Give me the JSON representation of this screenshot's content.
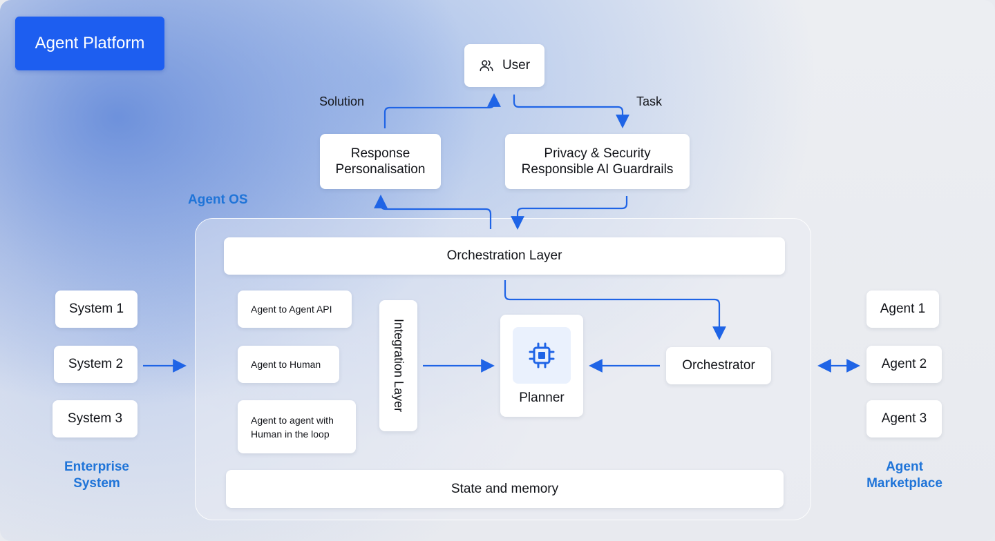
{
  "platform_badge": "Agent Platform",
  "user": {
    "label": "User",
    "icon": "users-icon"
  },
  "flow_labels": {
    "solution": "Solution",
    "task": "Task"
  },
  "response_box": {
    "line1": "Response",
    "line2": "Personalisation"
  },
  "privacy_box": {
    "line1": "Privacy & Security",
    "line2": "Responsible AI Guardrails"
  },
  "agent_os": {
    "title": "Agent OS",
    "orchestration_layer": "Orchestration Layer",
    "integration_layer": "Integration Layer",
    "state_memory": "State and memory",
    "planner": {
      "label": "Planner",
      "icon": "cpu-chip-icon"
    },
    "orchestrator": "Orchestrator",
    "agent_interfaces": [
      {
        "line1": "Agent to Agent API"
      },
      {
        "line1": "Agent to Human"
      },
      {
        "line1": "Agent to agent with",
        "line2": "Human in the loop"
      }
    ]
  },
  "enterprise": {
    "title_line1": "Enterprise",
    "title_line2": "System",
    "systems": [
      "System 1",
      "System 2",
      "System 3"
    ]
  },
  "marketplace": {
    "title_line1": "Agent",
    "title_line2": "Marketplace",
    "agents": [
      "Agent 1",
      "Agent 2",
      "Agent 3"
    ]
  },
  "colors": {
    "accent": "#1d5ef0",
    "arrow": "#1f64e6",
    "label_blue": "#1f74d8",
    "box_bg": "#ffffff",
    "chip_bg": "#eaf1fd"
  }
}
